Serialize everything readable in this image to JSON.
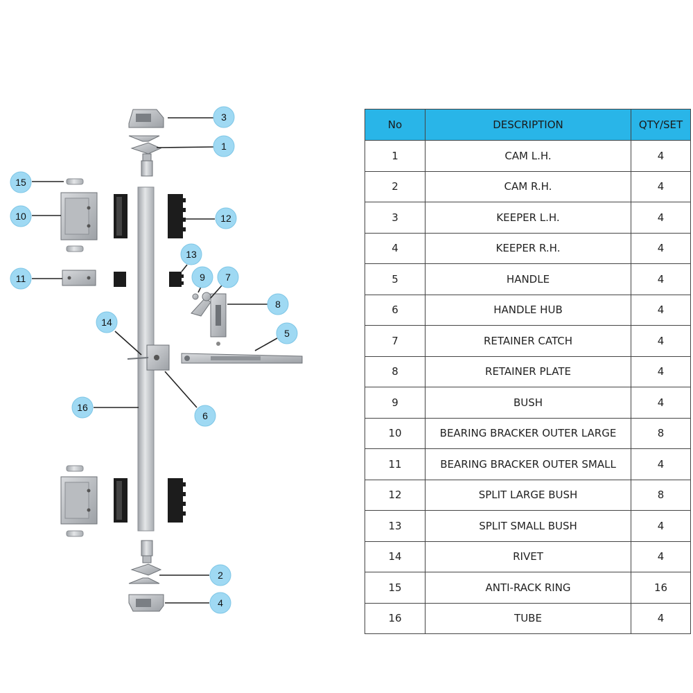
{
  "table": {
    "headers": [
      "No",
      "DESCRIPTION",
      "QTY/SET"
    ],
    "rows": [
      {
        "no": "1",
        "description": "CAM L.H.",
        "qty": "4"
      },
      {
        "no": "2",
        "description": "CAM R.H.",
        "qty": "4"
      },
      {
        "no": "3",
        "description": "KEEPER L.H.",
        "qty": "4"
      },
      {
        "no": "4",
        "description": "KEEPER R.H.",
        "qty": "4"
      },
      {
        "no": "5",
        "description": "HANDLE",
        "qty": "4"
      },
      {
        "no": "6",
        "description": "HANDLE HUB",
        "qty": "4"
      },
      {
        "no": "7",
        "description": "RETAINER CATCH",
        "qty": "4"
      },
      {
        "no": "8",
        "description": "RETAINER PLATE",
        "qty": "4"
      },
      {
        "no": "9",
        "description": "BUSH",
        "qty": "4"
      },
      {
        "no": "10",
        "description": "BEARING BRACKER OUTER LARGE",
        "qty": "8"
      },
      {
        "no": "11",
        "description": "BEARING BRACKER OUTER SMALL",
        "qty": "4"
      },
      {
        "no": "12",
        "description": "SPLIT LARGE BUSH",
        "qty": "8"
      },
      {
        "no": "13",
        "description": "SPLIT SMALL BUSH",
        "qty": "4"
      },
      {
        "no": "14",
        "description": "RIVET",
        "qty": "4"
      },
      {
        "no": "15",
        "description": "ANTI-RACK RING",
        "qty": "16"
      },
      {
        "no": "16",
        "description": "TUBE",
        "qty": "4"
      }
    ]
  },
  "callouts": [
    "3",
    "1",
    "15",
    "10",
    "12",
    "13",
    "11",
    "9",
    "7",
    "8",
    "14",
    "5",
    "16",
    "6",
    "2",
    "4"
  ],
  "colors": {
    "header_bg": "#29b5e8",
    "callout_fill": "#9fd9f3",
    "part_gray": "#c9ccd0",
    "bush_black": "#1c1c1c"
  }
}
